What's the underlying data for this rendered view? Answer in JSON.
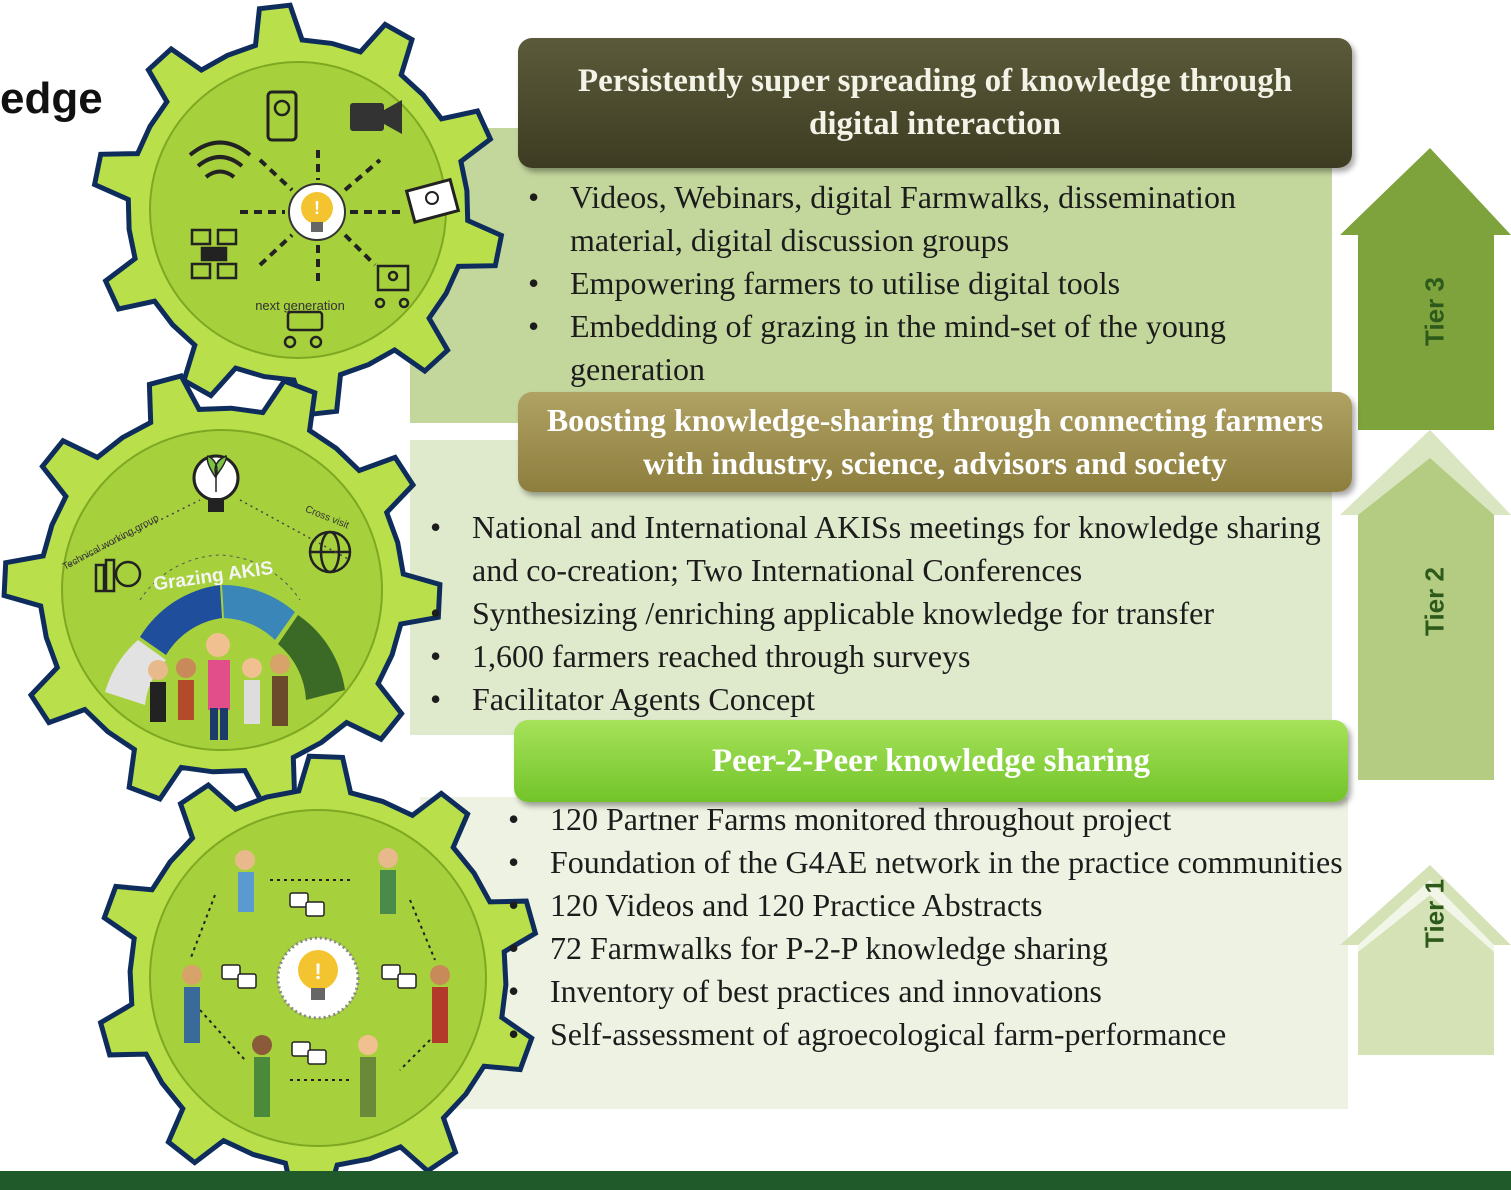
{
  "heading_fragment": "edge",
  "tiers": [
    {
      "label": "Tier 3",
      "banner": "Persistently super spreading of knowledge through digital interaction",
      "bullets": [
        "Videos, Webinars, digital Farmwalks, dissemination material, digital discussion groups",
        "Empowering farmers to utilise digital tools",
        "Embedding of grazing in the mind-set of the young generation"
      ]
    },
    {
      "label": "Tier 2",
      "banner": "Boosting knowledge-sharing through connecting farmers with industry, science, advisors and society",
      "bullets": [
        "National and International AKISs meetings for knowledge sharing and co-creation; Two International Conferences",
        "Synthesizing /enriching applicable knowledge for transfer",
        "1,600 farmers reached through surveys",
        "Facilitator Agents Concept"
      ]
    },
    {
      "label": "Tier 1",
      "banner": "Peer-2-Peer knowledge sharing",
      "bullets": [
        "120 Partner Farms monitored throughout project",
        "Foundation of the G4AE network in the practice communities",
        "120 Videos and 120 Practice Abstracts",
        "72 Farmwalks for P-2-P knowledge sharing",
        "Inventory of best practices and innovations",
        "Self-assessment of agroecological farm-performance"
      ]
    }
  ],
  "gear_labels": {
    "top": "next generation",
    "middle_arc": "Grazing AKIS",
    "middle_left": "Technical working group",
    "middle_right": "Cross visit"
  },
  "colors": {
    "gear_fill": "#b9e04a",
    "gear_outline": "#0f2d5c",
    "tier3_banner": "#4a4930",
    "tier2_banner": "#9c8d4c",
    "tier1_banner": "#8fd443",
    "arrow_tier3": "#7ea23c",
    "arrow_tier2": "#b3cc82",
    "arrow_tier1": "#d4e2b6",
    "footer": "#215a2a"
  },
  "icons": [
    "whatsapp-phone-icon",
    "video-camera-icon",
    "wifi-icon",
    "email-icon",
    "network-icon",
    "presentation-icon",
    "chat-people-icon",
    "lightbulb-icon",
    "plant-lightbulb-icon",
    "globe-people-icon",
    "books-globe-icon",
    "farmer-icon"
  ]
}
